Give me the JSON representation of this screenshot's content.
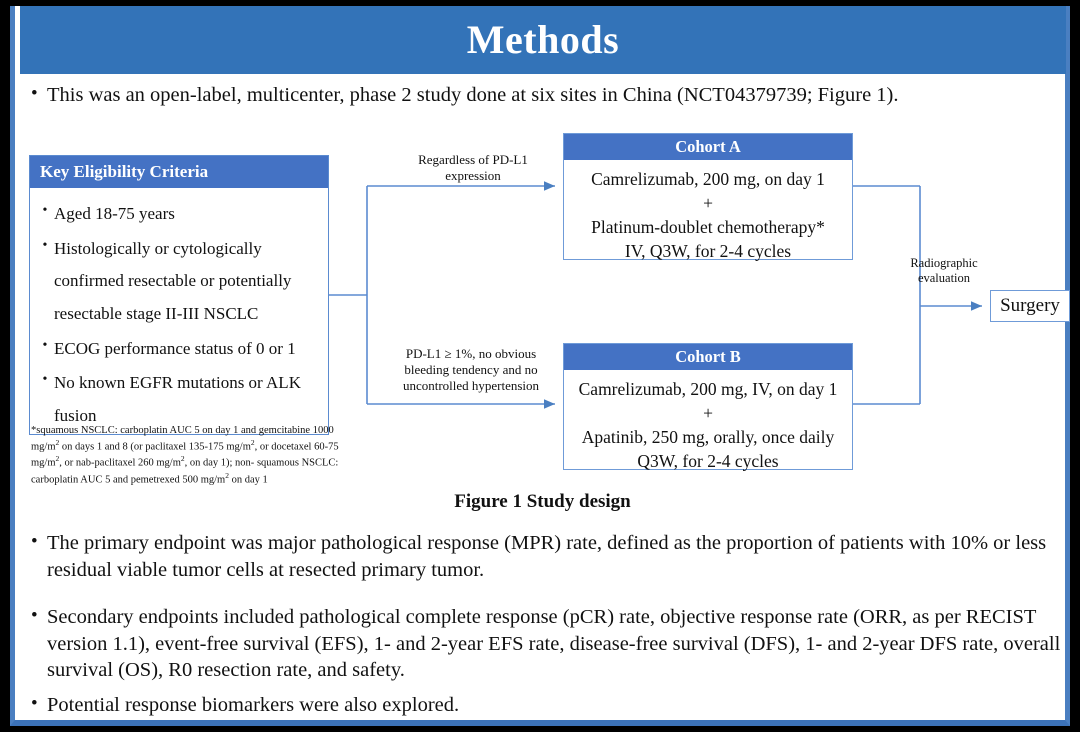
{
  "header": {
    "title": "Methods"
  },
  "colors": {
    "header_blue": "#3373b8",
    "box_header_blue": "#4472C4",
    "box_border_blue": "#6f9bd8",
    "connector_blue": "#5b8bd0",
    "frame_black": "#000000",
    "text": "#111111"
  },
  "bullet_marker": "•",
  "top_bullet": {
    "text": "This was an open-label, multicenter, phase 2 study done at six sites in China (NCT04379739; Figure 1)."
  },
  "figure": {
    "caption": "Figure 1 Study design",
    "eligibility": {
      "title": "Key  Eligibility Criteria",
      "items": [
        "Aged 18-75 years",
        "Histologically or cytologically confirmed resectable or potentially resectable stage II-III  NSCLC",
        "ECOG performance status of 0 or 1",
        "No known EGFR mutations or ALK fusion"
      ]
    },
    "footnote": {
      "line1_a": "*squamous NSCLC: carboplatin AUC 5 on day 1 and gemcitabine 1000 mg/m",
      "line1_sup": "2",
      "line1_b": " on days 1 and 8 (or",
      "line2_a": "paclitaxel 135-175 mg/m",
      "line2_sup1": "2",
      "line2_b": ", or docetaxel 60-75 mg/m",
      "line2_sup2": "2",
      "line2_c": ", or nab-paclitaxel 260 mg/m",
      "line2_sup3": "2",
      "line2_d": ", on day 1); non-",
      "line3_a": "squamous NSCLC: carboplatin AUC 5 and pemetrexed 500 mg/m",
      "line3_sup": "2",
      "line3_b": " on day 1"
    },
    "connector_labels": {
      "cohort_a_line1": "Regardless  of PD-L1",
      "cohort_a_line2": "expression",
      "cohort_b_line1": "PD-L1 ≥ 1%, no obvious",
      "cohort_b_line2": "bleeding  tendency  and no",
      "cohort_b_line3": "uncontrolled  hypertension",
      "surgery_line1": "Radiographic",
      "surgery_line2": "evaluation"
    },
    "cohort_a": {
      "title": "Cohort A",
      "line1": "Camrelizumab, 200 mg, on day 1",
      "line2": "+",
      "line3": "Platinum-doublet chemotherapy*",
      "line4": "IV, Q3W, for 2-4 cycles"
    },
    "cohort_b": {
      "title": "Cohort B",
      "line1": "Camrelizumab, 200 mg, IV, on day 1",
      "line2": "+",
      "line3": "Apatinib, 250 mg, orally, once daily",
      "line4": "Q3W, for 2-4 cycles"
    },
    "surgery": {
      "label": "Surgery"
    }
  },
  "bullets": [
    {
      "text": "The primary endpoint was major pathological response (MPR) rate, defined as the proportion of patients with 10% or less residual viable tumor cells at resected primary tumor."
    },
    {
      "text": "Secondary endpoints included pathological complete response (pCR) rate, objective response rate (ORR, as per RECIST version 1.1), event-free survival (EFS), 1- and 2-year EFS rate, disease-free survival (DFS), 1- and 2-year DFS rate, overall survival (OS), R0 resection rate, and safety."
    },
    {
      "text": "Potential response biomarkers were also explored."
    }
  ]
}
